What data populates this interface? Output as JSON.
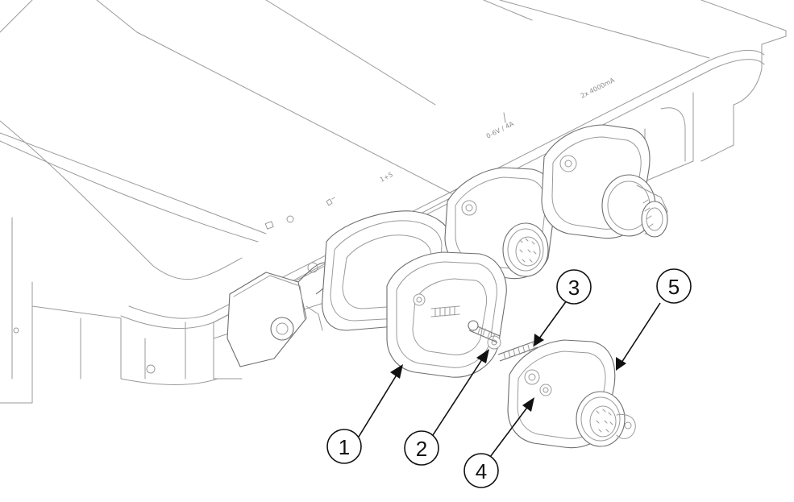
{
  "figure": {
    "panel_label_text": "2x 4000mA",
    "port_label_text": "0-6V / 4A",
    "small_label_text": "1+5"
  },
  "callouts": [
    {
      "id": "1",
      "label": "1"
    },
    {
      "id": "2",
      "label": "2"
    },
    {
      "id": "3",
      "label": "3"
    },
    {
      "id": "4",
      "label": "4"
    },
    {
      "id": "5",
      "label": "5"
    }
  ],
  "colors": {
    "linework": "#9a9a9a",
    "callout": "#111111",
    "background": "#ffffff"
  }
}
